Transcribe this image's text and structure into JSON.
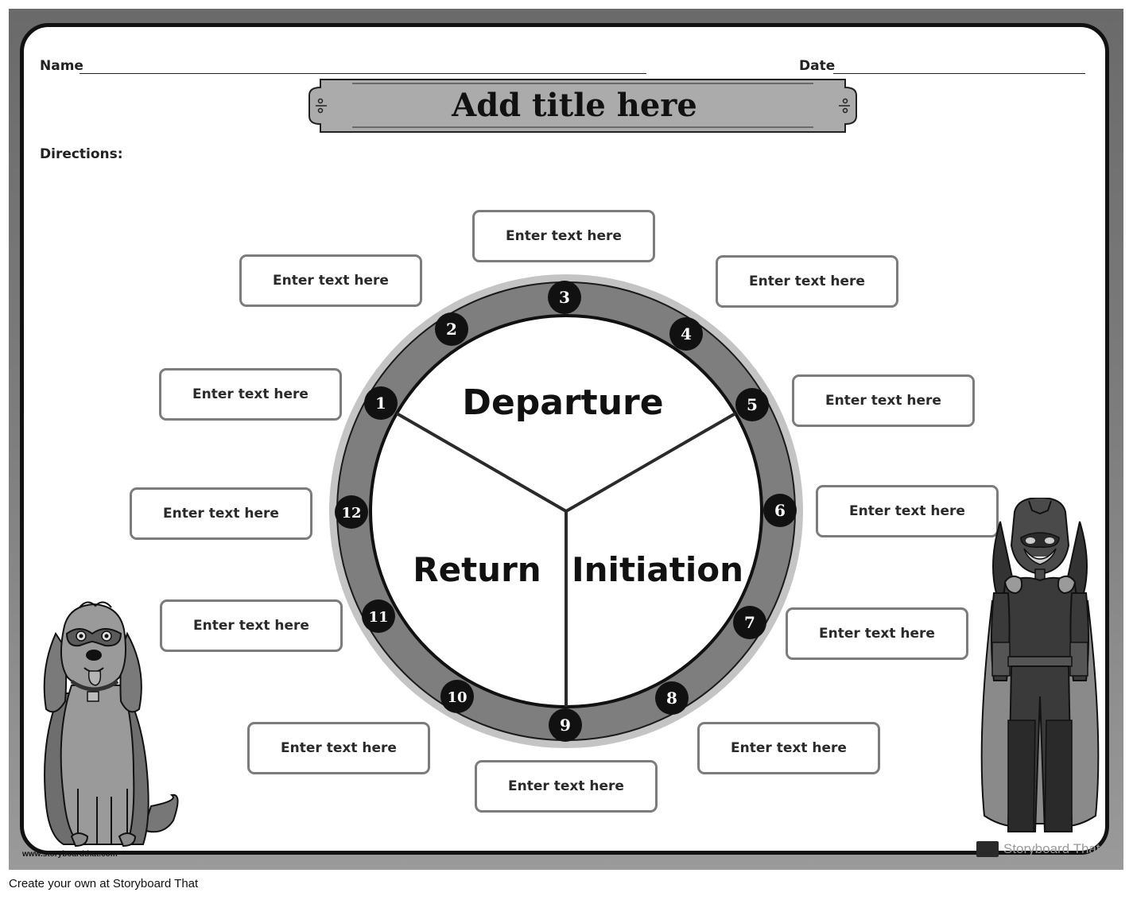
{
  "header": {
    "name_label": "Name",
    "date_label": "Date",
    "title": "Add title here",
    "directions_label": "Directions:"
  },
  "wheel": {
    "sections": [
      "Departure",
      "Initiation",
      "Return"
    ],
    "numbers": [
      "1",
      "2",
      "3",
      "4",
      "5",
      "6",
      "7",
      "8",
      "9",
      "10",
      "11",
      "12"
    ]
  },
  "boxes": [
    "Enter text here",
    "Enter text here",
    "Enter text here",
    "Enter text here",
    "Enter text here",
    "Enter text here",
    "Enter text here",
    "Enter text here",
    "Enter text here",
    "Enter text here",
    "Enter text here",
    "Enter text here"
  ],
  "watermark": {
    "left": "www.storyboardthat.com",
    "right": "Storyboard That"
  },
  "footer": "Create your own at Storyboard That",
  "colors": {
    "frame": "#7a7a7a",
    "ring": "#7e7e7e",
    "badge": "#111111",
    "box_border": "#7c7c7c"
  }
}
